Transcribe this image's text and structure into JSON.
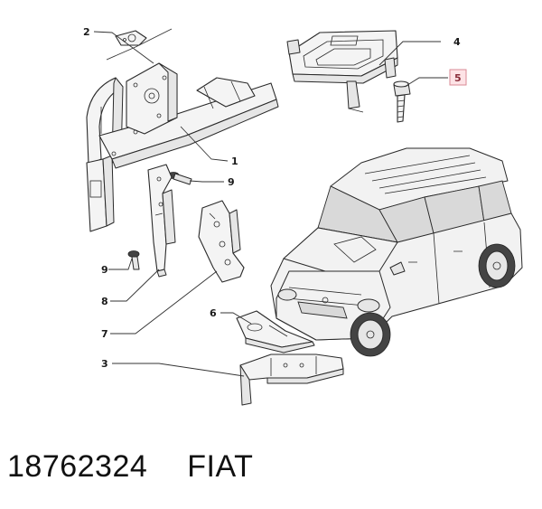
{
  "diagram": {
    "callouts": [
      {
        "id": "2",
        "label": "2"
      },
      {
        "id": "4",
        "label": "4"
      },
      {
        "id": "5",
        "label": "5",
        "highlighted": true
      },
      {
        "id": "1",
        "label": "1"
      },
      {
        "id": "9a",
        "label": "9"
      },
      {
        "id": "9b",
        "label": "9"
      },
      {
        "id": "8",
        "label": "8"
      },
      {
        "id": "7",
        "label": "7"
      },
      {
        "id": "6",
        "label": "6"
      },
      {
        "id": "3",
        "label": "3"
      }
    ],
    "highlight_color": "#fde3e6"
  },
  "footer": {
    "part_number": "18762324",
    "brand": "FIAT"
  }
}
